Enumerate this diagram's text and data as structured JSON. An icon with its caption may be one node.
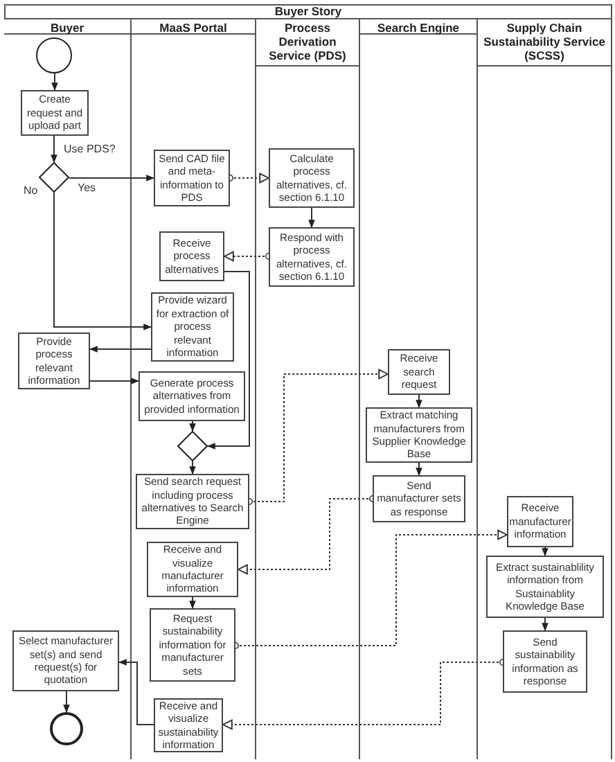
{
  "diagram": {
    "title": "Buyer Story",
    "nodes": [
      {
        "text": [
          "Buyer"
        ]
      },
      {
        "text": [
          "MaaS Portal"
        ]
      },
      {
        "text": [
          "Process Derivation Service (PDS)"
        ]
      },
      {
        "text": [
          "Search Engine"
        ]
      },
      {
        "text": [
          "Supply Chain Sustainability Service (SCSS)"
        ]
      },
      {
        "text": [],
        "shape": "circle",
        "in": 0
      },
      {
        "text": [
          "Create request and upload part"
        ],
        "in": 0
      },
      {
        "text": [],
        "shape": "diamond",
        "in": 0,
        "beside": [
          "Use PDS?"
        ]
      },
      {
        "text": [
          "Send CAD file and meta-information to PDS"
        ],
        "in": 1
      },
      {
        "text": [
          "Calculate process alternatives, cf. section 6.1.10"
        ],
        "in": 2
      },
      {
        "text": [
          "Respond with process alternatives, cf. section 6.1.10"
        ],
        "in": 2
      },
      {
        "text": [
          "Receive process alternatives"
        ],
        "in": 1
      },
      {
        "text": [
          "Provide wizard for extraction of process relevant information"
        ],
        "in": 1
      },
      {
        "text": [
          "Provide process relevant information"
        ],
        "in": 0
      },
      {
        "text": [
          "Generate process alternatives from provided information"
        ],
        "in": 1
      },
      {
        "text": [],
        "shape": "diamond",
        "in": 1
      },
      {
        "text": [
          "Send search request including process alternatives to Search Engine"
        ],
        "in": 1
      },
      {
        "text": [
          "Receive search request"
        ],
        "in": 3
      },
      {
        "text": [
          "Extract matching manufacturers from Supplier Knowledge Base"
        ],
        "in": 3
      },
      {
        "text": [
          "Send manufacturer sets as response"
        ],
        "in": 3
      },
      {
        "text": [
          "Receive and visualize manufacturer information"
        ],
        "in": 1
      },
      {
        "text": [
          "Request sustainability information for manufacturer sets"
        ],
        "in": 1
      },
      {
        "text": [
          "Receive manufacturer information"
        ],
        "in": 4
      },
      {
        "text": [
          "Extract sustainablility information from Sustainablity Knowledge Base"
        ],
        "in": 4
      },
      {
        "text": [
          "Send sustainability information as response"
        ],
        "in": 4
      },
      {
        "text": [
          "Select manufacturer set(s) and send request(s) for quotation"
        ],
        "in": 0
      },
      {
        "text": [
          "Receive and visualize sustainability information"
        ],
        "in": 1
      },
      {
        "text": [],
        "shape": "circle",
        "in": 0
      }
    ],
    "edges": [
      {
        "from": 5,
        "to": 6,
        "arrow": "to"
      },
      {
        "from": 6,
        "to": 7,
        "arrow": "to"
      },
      {
        "from": 7,
        "to": 8,
        "arrow": "to",
        "label": "Yes"
      },
      {
        "from": 7,
        "to": 12,
        "arrow": "to",
        "label": "No"
      },
      {
        "from": 8,
        "to": 9,
        "arrow": "to",
        "style": "dashed"
      },
      {
        "from": 9,
        "to": 10,
        "arrow": "to"
      },
      {
        "from": 10,
        "to": 11,
        "arrow": "to",
        "style": "dashed"
      },
      {
        "from": 11,
        "to": 15,
        "arrow": "to"
      },
      {
        "from": 12,
        "to": 13,
        "arrow": "to"
      },
      {
        "from": 13,
        "to": 14,
        "arrow": "to"
      },
      {
        "from": 14,
        "to": 15,
        "arrow": "to"
      },
      {
        "from": 15,
        "to": 16,
        "arrow": "to"
      },
      {
        "from": 16,
        "to": 17,
        "arrow": "to",
        "style": "dashed"
      },
      {
        "from": 17,
        "to": 18,
        "arrow": "to"
      },
      {
        "from": 18,
        "to": 19,
        "arrow": "to"
      },
      {
        "from": 19,
        "to": 20,
        "arrow": "to",
        "style": "dashed"
      },
      {
        "from": 20,
        "to": 21,
        "arrow": "to"
      },
      {
        "from": 21,
        "to": 22,
        "arrow": "to",
        "style": "dashed"
      },
      {
        "from": 22,
        "to": 23,
        "arrow": "to"
      },
      {
        "from": 23,
        "to": 24,
        "arrow": "to"
      },
      {
        "from": 24,
        "to": 26,
        "arrow": "to",
        "style": "dashed"
      },
      {
        "from": 26,
        "to": 25,
        "arrow": "to"
      },
      {
        "from": 25,
        "to": 27,
        "arrow": "to"
      }
    ]
  }
}
